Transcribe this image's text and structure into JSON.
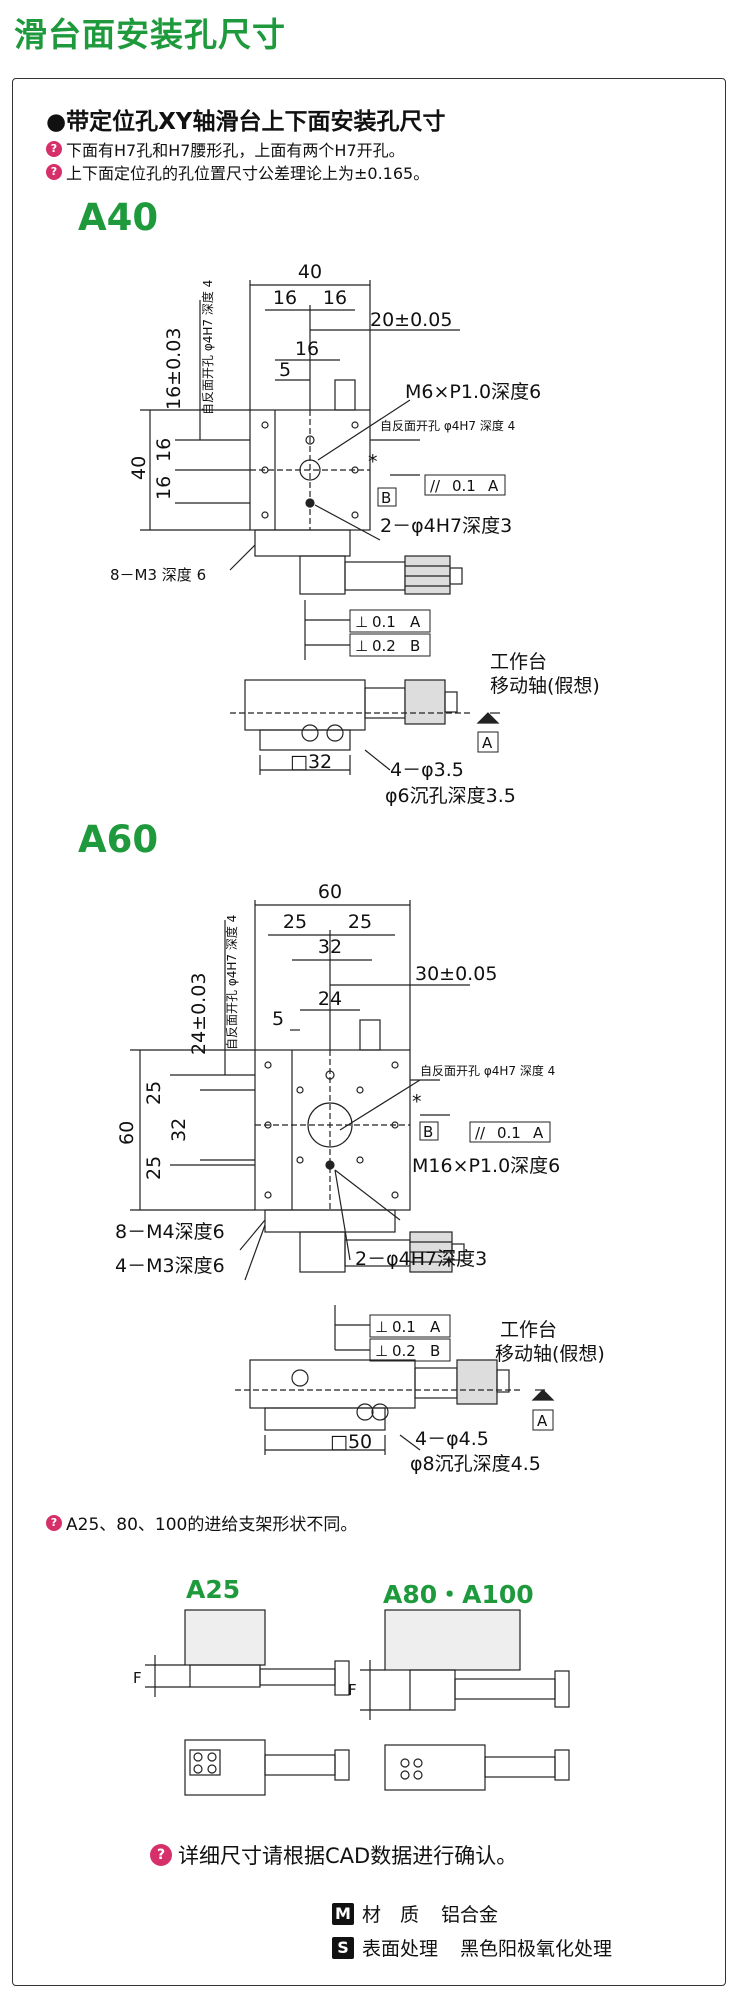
{
  "page": {
    "title": "滑台面安装孔尺寸"
  },
  "section": {
    "heading": "●带定位孔XY轴滑台上下面安装孔尺寸",
    "notes": [
      "下面有H7孔和H7腰形孔，上面有两个H7开孔。",
      "上下面定位孔的孔位置尺寸公差理论上为±0.165。"
    ]
  },
  "a40": {
    "model": "A40",
    "dims": {
      "w40": "40",
      "w16a": "16",
      "w16b": "16",
      "pitch": "20±0.05",
      "w16c": "16",
      "w5": "5",
      "v16pm": "16±0.03",
      "v40": "40",
      "v16a": "16",
      "v16b": "16",
      "back_hole": "自反面开孔 φ4H7 深度 4",
      "tap": "M6×P1.0深度6",
      "star": "*",
      "datum_b": "B",
      "par_sym": "//",
      "par_val": "0.1",
      "par_ref": "A",
      "pin": "2－φ4H7深度3",
      "side_tap": "8－M3 深度 6",
      "perp1_sym": "⊥",
      "perp1_val": "0.1",
      "perp1_ref": "A",
      "perp2_sym": "⊥",
      "perp2_val": "0.2",
      "perp2_ref": "B",
      "table": "工作台",
      "axis": "移动轴(假想)",
      "datum_a": "A",
      "square": "□32",
      "thru": "4－φ3.5",
      "cbore": "φ6沉孔深度3.5"
    }
  },
  "a60": {
    "model": "A60",
    "dims": {
      "w60": "60",
      "w25a": "25",
      "w25b": "25",
      "w32": "32",
      "pitch": "30±0.05",
      "w24": "24",
      "w5": "5",
      "v24pm": "24±0.03",
      "v60": "60",
      "v25a": "25",
      "v32": "32",
      "v25b": "25",
      "back_hole": "自反面开孔 φ4H7 深度 4",
      "star": "*",
      "datum_b": "B",
      "par_sym": "//",
      "par_val": "0.1",
      "par_ref": "A",
      "tap": "M16×P1.0深度6",
      "side_tap1": "8－M4深度6",
      "side_tap2": "4－M3深度6",
      "pin": "2－φ4H7深度3",
      "perp1_sym": "⊥",
      "perp1_val": "0.1",
      "perp1_ref": "A",
      "perp2_sym": "⊥",
      "perp2_val": "0.2",
      "perp2_ref": "B",
      "table": "工作台",
      "axis": "移动轴(假想)",
      "datum_a": "A",
      "square": "□50",
      "thru": "4－φ4.5",
      "cbore": "φ8沉孔深度4.5"
    }
  },
  "bracket": {
    "note": "A25、80、100的进给支架形状不同。",
    "left_model": "A25",
    "right_model": "A80・A100",
    "f_label_left": "F",
    "f_label_right": "F"
  },
  "footer": {
    "confirm": "详细尺寸请根据CAD数据进行确认。",
    "material_icon": "M",
    "material_label": "材　质",
    "material_value": "铝合金",
    "surface_icon": "S",
    "surface_label": "表面处理",
    "surface_value": "黑色阳极氧化处理"
  },
  "tip_icon": "?"
}
